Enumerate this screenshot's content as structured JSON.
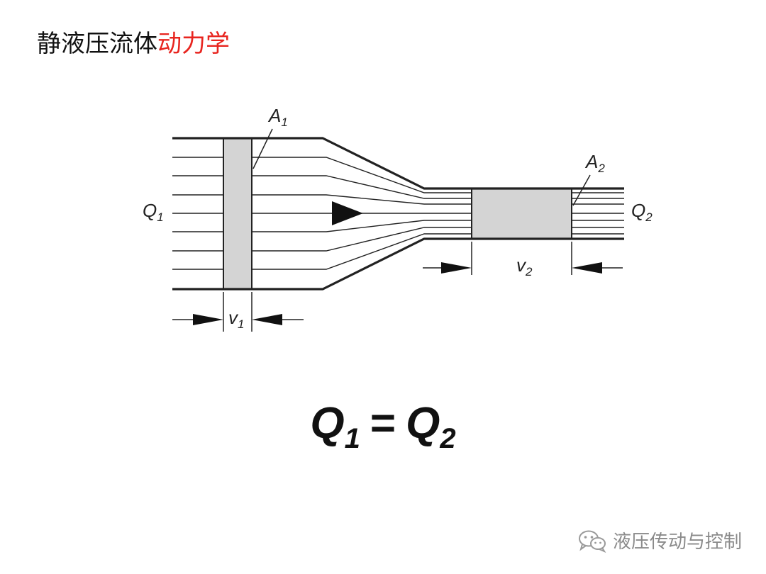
{
  "title": {
    "part1": "静液压流体",
    "part2": "动力学"
  },
  "diagram": {
    "labels": {
      "q1": "Q",
      "q1_sub": "1",
      "q2": "Q",
      "q2_sub": "2",
      "a1": "A",
      "a1_sub": "1",
      "a2": "A",
      "a2_sub": "2",
      "v1": "v",
      "v1_sub": "1",
      "v2": "v",
      "v2_sub": "2"
    }
  },
  "equation": {
    "lhs": "Q",
    "lhs_sub": "1",
    "op": "=",
    "rhs": "Q",
    "rhs_sub": "2"
  },
  "watermark": {
    "text": "液压传动与控制",
    "icon": "wechat-icon"
  }
}
